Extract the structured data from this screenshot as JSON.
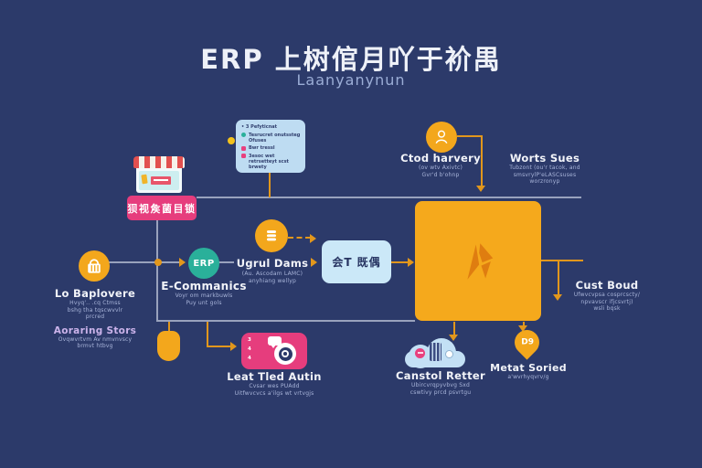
{
  "colors": {
    "background": "#2c3a6a",
    "accent_pink": "#e63d7d",
    "accent_yellow": "#f3a71c",
    "accent_teal": "#2ab09a",
    "card_blue": "#bedcf2",
    "box_blue": "#cbe8f8",
    "line_gray": "#99a2bd",
    "arrow_orange": "#e2971c"
  },
  "title": {
    "main": "ERP 上树倌月吖于衸禺",
    "subtitle": "Laanyanynun"
  },
  "store": {
    "tag": "狈视矦菌目锁"
  },
  "card": {
    "items": [
      "• 3 Pefyticnat",
      "Tesrucret onutssteg Ofuses",
      "Bwr tressl",
      "3esoc wet retrsetteyt scst brwety"
    ]
  },
  "left_source": {
    "title": "Lo Baplovere",
    "lines": [
      "Hvyq'.. .cq Ctmss",
      "bshg tha tqscwvvlr",
      "prcred"
    ],
    "alt_title": "Aoraring Stors",
    "alt_lines": [
      "Ovqwvrtvm Av nmvnvscy",
      "brmvt htbvg"
    ]
  },
  "erp": {
    "badge": "ERP",
    "title": "E-Commanics",
    "lines": [
      "Voyr om markbuwls",
      "Puy unt gols"
    ]
  },
  "data_layer": {
    "title": "Ugrul Dams",
    "lines": [
      "(Au. Ascodam LAMC)",
      "anyhiang wellyp"
    ]
  },
  "process_box": {
    "label": "会T 既偶"
  },
  "cloud_delivery": {
    "title": "Ctod harvery",
    "lines": [
      "(ov wtv Axivtc)",
      "Gvr'd b'ohnp"
    ]
  },
  "work_sues": {
    "title": "Worts Sues",
    "lines": [
      "Tubzont (ou'r tacok, and",
      "smsvrylP'eLASCsuses",
      "worzronyp"
    ]
  },
  "cust_boud": {
    "title": "Cust Boud",
    "lines": [
      "Ufwvcvpsa cosprcscty/",
      "npvavscr ifjcsvrtj)",
      "wsli bqsk"
    ]
  },
  "control_center": {
    "title": "Canstol Retter",
    "lines": [
      "Ubircvrqpyvbvg Sxd",
      "cswtivy prcd psvrtgu"
    ]
  },
  "map_pin": {
    "badge": "D9",
    "title": "Metat Soried",
    "lines": [
      "a'wvrhyqvrv/g"
    ]
  },
  "lead": {
    "title": "Leat Tled Autin",
    "lines": [
      "Cvsar wes PUAdd",
      "Uitfwvcvcs a'ilgs wt vrtvgjs"
    ],
    "digits": [
      "3",
      "4",
      "4"
    ]
  }
}
